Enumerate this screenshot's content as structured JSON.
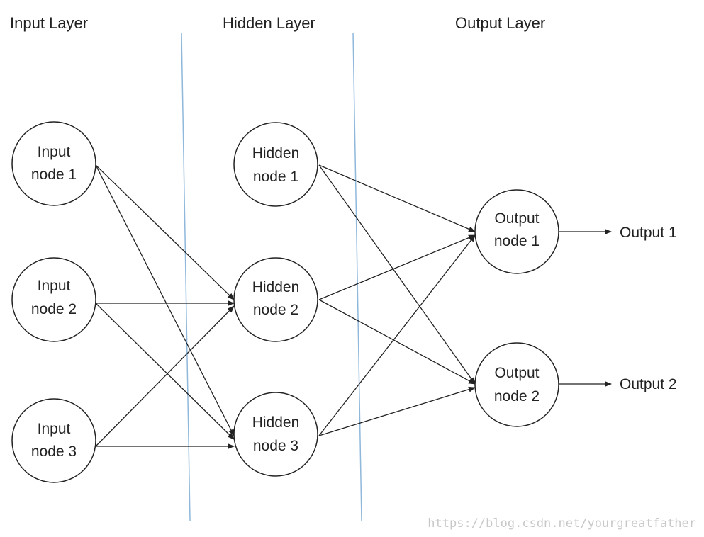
{
  "layers": {
    "input_title": "Input Layer",
    "hidden_title": "Hidden Layer",
    "output_title": "Output Layer"
  },
  "input_nodes": [
    {
      "line1": "Input",
      "line2": "node 1"
    },
    {
      "line1": "Input",
      "line2": "node 2"
    },
    {
      "line1": "Input",
      "line2": "node 3"
    }
  ],
  "hidden_nodes": [
    {
      "line1": "Hidden",
      "line2": "node 1"
    },
    {
      "line1": "Hidden",
      "line2": "node 2"
    },
    {
      "line1": "Hidden",
      "line2": "node 3"
    }
  ],
  "output_nodes": [
    {
      "line1": "Output",
      "line2": "node 1"
    },
    {
      "line1": "Output",
      "line2": "node 2"
    }
  ],
  "outputs": [
    "Output 1",
    "Output 2"
  ],
  "watermark": "https://blog.csdn.net/yourgreatfather",
  "colors": {
    "separator": "#8fb8db",
    "stroke": "#222222",
    "watermark": "#c8c8c8"
  }
}
